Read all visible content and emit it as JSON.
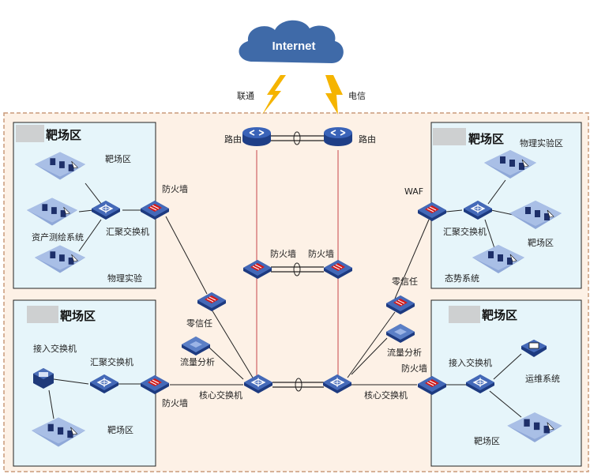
{
  "internet": {
    "label": "Internet"
  },
  "isp": {
    "left": "联通",
    "right": "电信"
  },
  "routers": {
    "left": "路由",
    "right": "路由"
  },
  "core": {
    "fw_left": "防火墙",
    "fw_right": "防火墙",
    "switch_left": "核心交换机",
    "switch_right": "核心交换机"
  },
  "side": {
    "left_zero_trust": "零信任",
    "left_traffic": "流量分析",
    "right_zero_trust": "零信任",
    "right_traffic": "流量分析",
    "right_fw": "防火墙"
  },
  "zones": {
    "tl": {
      "title": "靶场区",
      "host_top": "靶场区",
      "host_mid": "资产测绘系统",
      "host_bottom": "物理实验",
      "agg_switch": "汇聚交换机",
      "firewall": "防火墙"
    },
    "tr": {
      "title": "靶场区",
      "host_top": "物理实验区",
      "host_mid": "靶场区",
      "host_bottom": "态势系统",
      "agg_switch": "汇聚交换机",
      "waf": "WAF"
    },
    "bl": {
      "title": "靶场区",
      "access_switch": "接入交换机",
      "agg_switch": "汇聚交换机",
      "host": "靶场区",
      "firewall": "防火墙"
    },
    "br": {
      "title": "靶场区",
      "access_switch": "接入交换机",
      "ops": "运维系统",
      "host": "靶场区"
    }
  },
  "colors": {
    "zone_fill": "#e6f5fa",
    "zone_border": "#222222",
    "outer_fill": "#fdf1e6",
    "outer_border": "#c99a7a",
    "cloud": "#3f6aa8",
    "lightning": "#f5b400",
    "router": "#2f52a6",
    "switch": "#2d4c9a",
    "firewall_accent": "#d21c1c",
    "host_pad": "#8fa8d8",
    "red_link": "#d97f7f",
    "black_link": "#222222"
  }
}
